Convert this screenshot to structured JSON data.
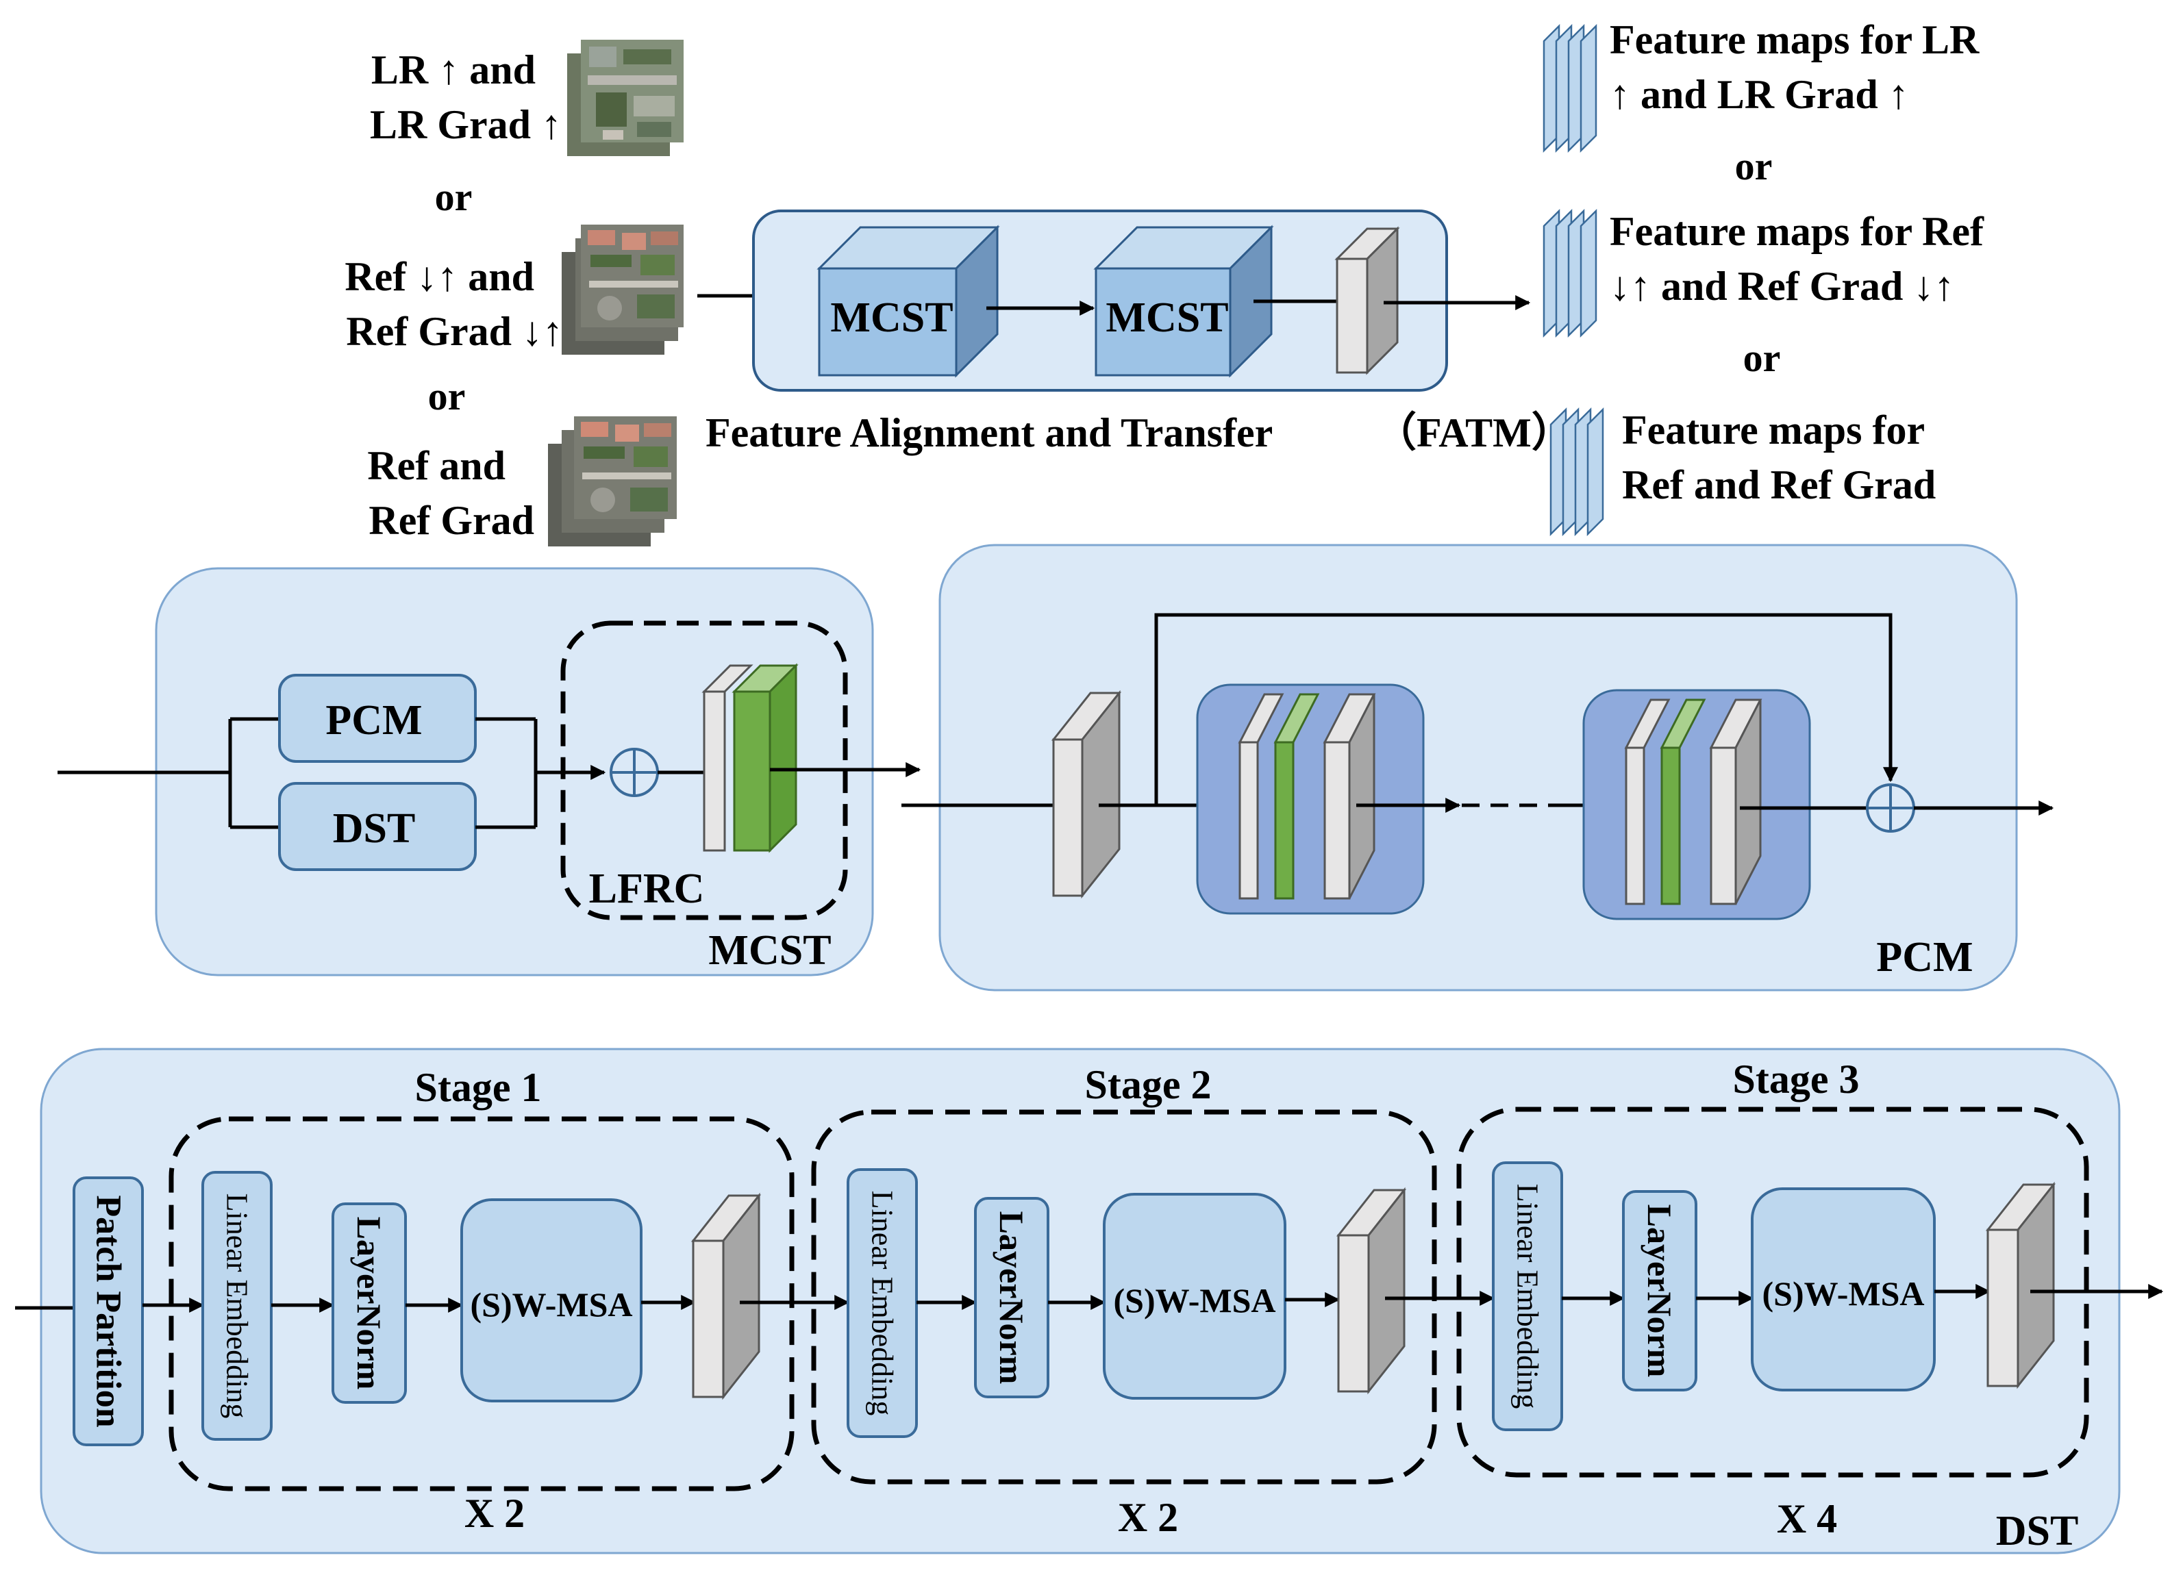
{
  "inputs": {
    "lr_line1": "LR ↑ and",
    "lr_line2": "LR Grad ↑",
    "or_1": "or",
    "refdu_line1": "Ref ↓↑ and",
    "refdu_line2": "Ref Grad ↓↑",
    "or_2": "or",
    "ref_line1": "Ref and",
    "ref_line2": "Ref Grad"
  },
  "fatm": {
    "mcst_1": "MCST",
    "mcst_2": "MCST",
    "caption": "Feature Alignment and Transfer",
    "caption_abbr": "（FATM）"
  },
  "outputs": {
    "lr_line1": "Feature maps for LR",
    "lr_line2": "↑ and LR Grad ↑",
    "or_1": "or",
    "refdu_line1": "Feature maps for Ref",
    "refdu_line2": "↓↑ and Ref Grad ↓↑",
    "or_2": "or",
    "ref_line1": "Feature maps for",
    "ref_line2": "Ref and Ref Grad"
  },
  "mcst": {
    "pcm_label": "PCM",
    "dst_label": "DST",
    "lfrc_label": "LFRC",
    "title": "MCST"
  },
  "pcm": {
    "title": "PCM"
  },
  "dst": {
    "title": "DST",
    "patch_partition": "Patch Partition",
    "stages": [
      {
        "title": "Stage 1",
        "linear": "Linear Embedding",
        "norm": "LayerNorm",
        "msa": "(S)W-MSA",
        "repeat": "X 2"
      },
      {
        "title": "Stage 2",
        "linear": "Linear Embedding",
        "norm": "LayerNorm",
        "msa": "(S)W-MSA",
        "repeat": "X 2"
      },
      {
        "title": "Stage 3",
        "linear": "Linear Embedding",
        "norm": "LayerNorm",
        "msa": "(S)W-MSA",
        "repeat": "X 4"
      }
    ]
  },
  "colors": {
    "panel_fill": "#dbe9f7",
    "panel_stroke": "#7fa7d1",
    "block_fill": "#bdd7ee",
    "block_stroke": "#3a6b9a",
    "cube_front": "#9dc3e6",
    "cube_top": "#c5dcf0",
    "cube_side": "#6f95bd",
    "gray_layer": "#a6a6a6",
    "light_layer": "#e7e6e6",
    "green_layer": "#70ad47",
    "inner_box": "#8faadc"
  }
}
